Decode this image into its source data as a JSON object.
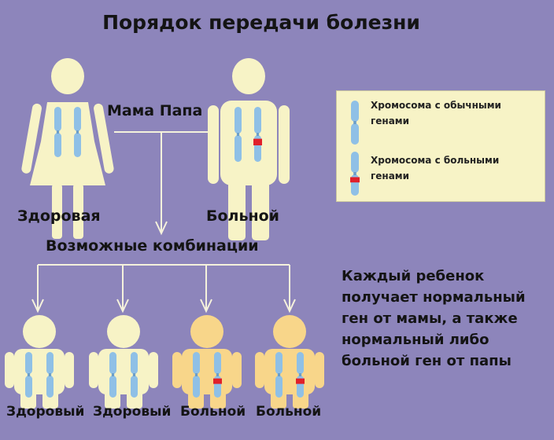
{
  "title": "Порядок передачи болезни",
  "parents": {
    "mama_papa": "Мама Папа",
    "mother_label": "Здоровая",
    "father_label": "Больной"
  },
  "combinations_label": "Возможные комбинации",
  "children": [
    {
      "label": "Здоровый",
      "status": "healthy"
    },
    {
      "label": "Здоровый",
      "status": "healthy"
    },
    {
      "label": "Больной",
      "status": "sick"
    },
    {
      "label": "Больной",
      "status": "sick"
    }
  ],
  "legend": {
    "normal": "Хромосома с обычными генами",
    "sick": "Хромосома с больными генами"
  },
  "explanation": "Каждый ребенок получает нормальный ген от мамы, а также нормальный либо больной ген от папы",
  "colors": {
    "background": "#8d85bb",
    "healthy_figure": "#f7f3c6",
    "sick_figure": "#f8d68a",
    "chromosome": "#8fc0e6",
    "defect_gene": "#e0202a",
    "lines": "#f5f2dc"
  }
}
